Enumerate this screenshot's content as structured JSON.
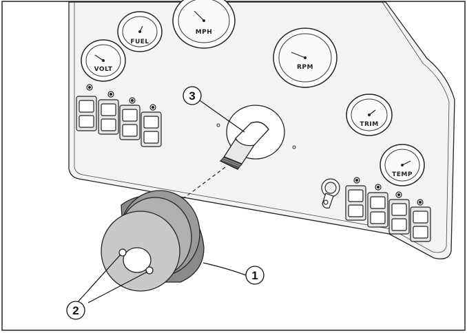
{
  "colors": {
    "frame": "#222222",
    "panel_fill": "#f2f2f2",
    "knob_face": "#c9c9c9",
    "knob_rim": "#8a8a8a",
    "switch_fill": "#e6e6e6",
    "line": "#111111"
  },
  "gauges": [
    {
      "id": "volt",
      "label": "VOLT"
    },
    {
      "id": "fuel",
      "label": "FUEL"
    },
    {
      "id": "mph",
      "label": "MPH"
    },
    {
      "id": "rpm",
      "label": "RPM"
    },
    {
      "id": "trim",
      "label": "TRIM"
    },
    {
      "id": "temp",
      "label": "TEMP"
    }
  ],
  "callouts": [
    {
      "id": "1",
      "label": "1"
    },
    {
      "id": "2",
      "label": "2"
    },
    {
      "id": "3",
      "label": "3"
    }
  ]
}
